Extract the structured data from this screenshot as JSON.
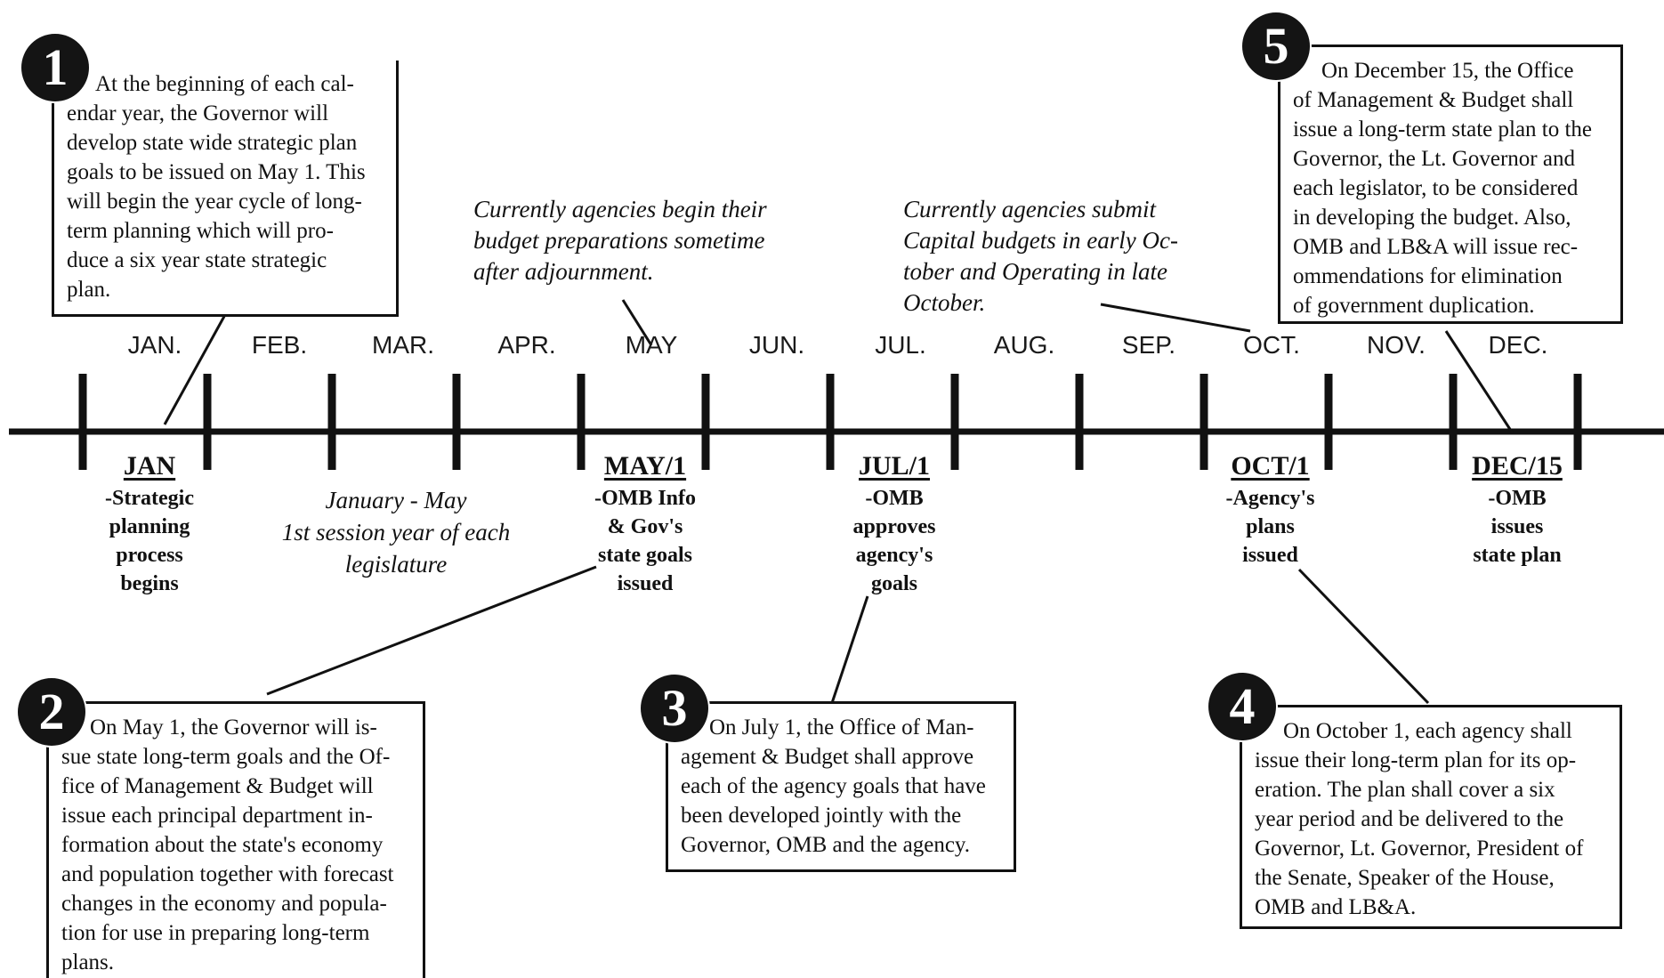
{
  "timeline": {
    "months": [
      "JAN.",
      "FEB.",
      "MAR.",
      "APR.",
      "MAY",
      "JUN.",
      "JUL.",
      "AUG.",
      "SEP.",
      "OCT.",
      "NOV.",
      "DEC."
    ]
  },
  "steps": [
    {
      "number": "1",
      "lines": [
        "At the beginning of each cal-",
        "endar year, the Governor will",
        "develop state wide strategic plan",
        "goals to be issued on May 1. This",
        "will begin the year cycle of long-",
        "term planning which will pro-",
        "duce a six year state strategic",
        "plan."
      ]
    },
    {
      "number": "2",
      "lines": [
        "On May 1, the Governor will is-",
        "sue state long-term goals and the Of-",
        "fice of Management & Budget will",
        "issue each principal department in-",
        "formation about the state's economy",
        "and population together with forecast",
        "changes in the economy and popula-",
        "tion for use in preparing long-term",
        "plans."
      ]
    },
    {
      "number": "3",
      "lines": [
        "On July 1, the Office of Man-",
        "agement & Budget shall approve",
        "each of the agency goals that have",
        "been developed jointly with the",
        "Governor, OMB and the agency."
      ]
    },
    {
      "number": "4",
      "lines": [
        "On October 1, each agency shall",
        "issue their long-term plan for its op-",
        "eration.  The plan shall cover a six",
        "year period and be delivered to the",
        "Governor, Lt. Governor, President of",
        "the Senate, Speaker of the House,",
        "OMB and LB&A."
      ]
    },
    {
      "number": "5",
      "lines": [
        "On December 15, the Office",
        "of Management & Budget shall",
        "issue a long-term state plan to the",
        "Governor, the Lt. Governor and",
        "each legislator, to be considered",
        "in developing the budget.  Also,",
        "OMB and LB&A will issue rec-",
        "ommendations for elimination",
        "of government duplication."
      ]
    }
  ],
  "notes": {
    "budget_prep": [
      "Currently agencies begin their",
      "budget preparations sometime",
      "after adjournment."
    ],
    "budget_submit": [
      "Currently agencies submit",
      "Capital budgets in early Oc-",
      "tober and Operating in late",
      "October."
    ]
  },
  "session": [
    "January - May",
    "1st session year of each",
    "legislature"
  ],
  "milestones": [
    {
      "date": "JAN",
      "lines": [
        "-Strategic",
        "planning",
        "process",
        "begins"
      ]
    },
    {
      "date": "MAY/1",
      "lines": [
        "-OMB Info",
        "& Gov's",
        "state goals",
        "issued"
      ]
    },
    {
      "date": "JUL/1",
      "lines": [
        "-OMB",
        "approves",
        "agency's",
        "goals"
      ]
    },
    {
      "date": "OCT/1",
      "lines": [
        "-Agency's",
        "plans",
        "issued"
      ]
    },
    {
      "date": "DEC/15",
      "lines": [
        "-OMB",
        "issues",
        "state plan"
      ]
    }
  ]
}
